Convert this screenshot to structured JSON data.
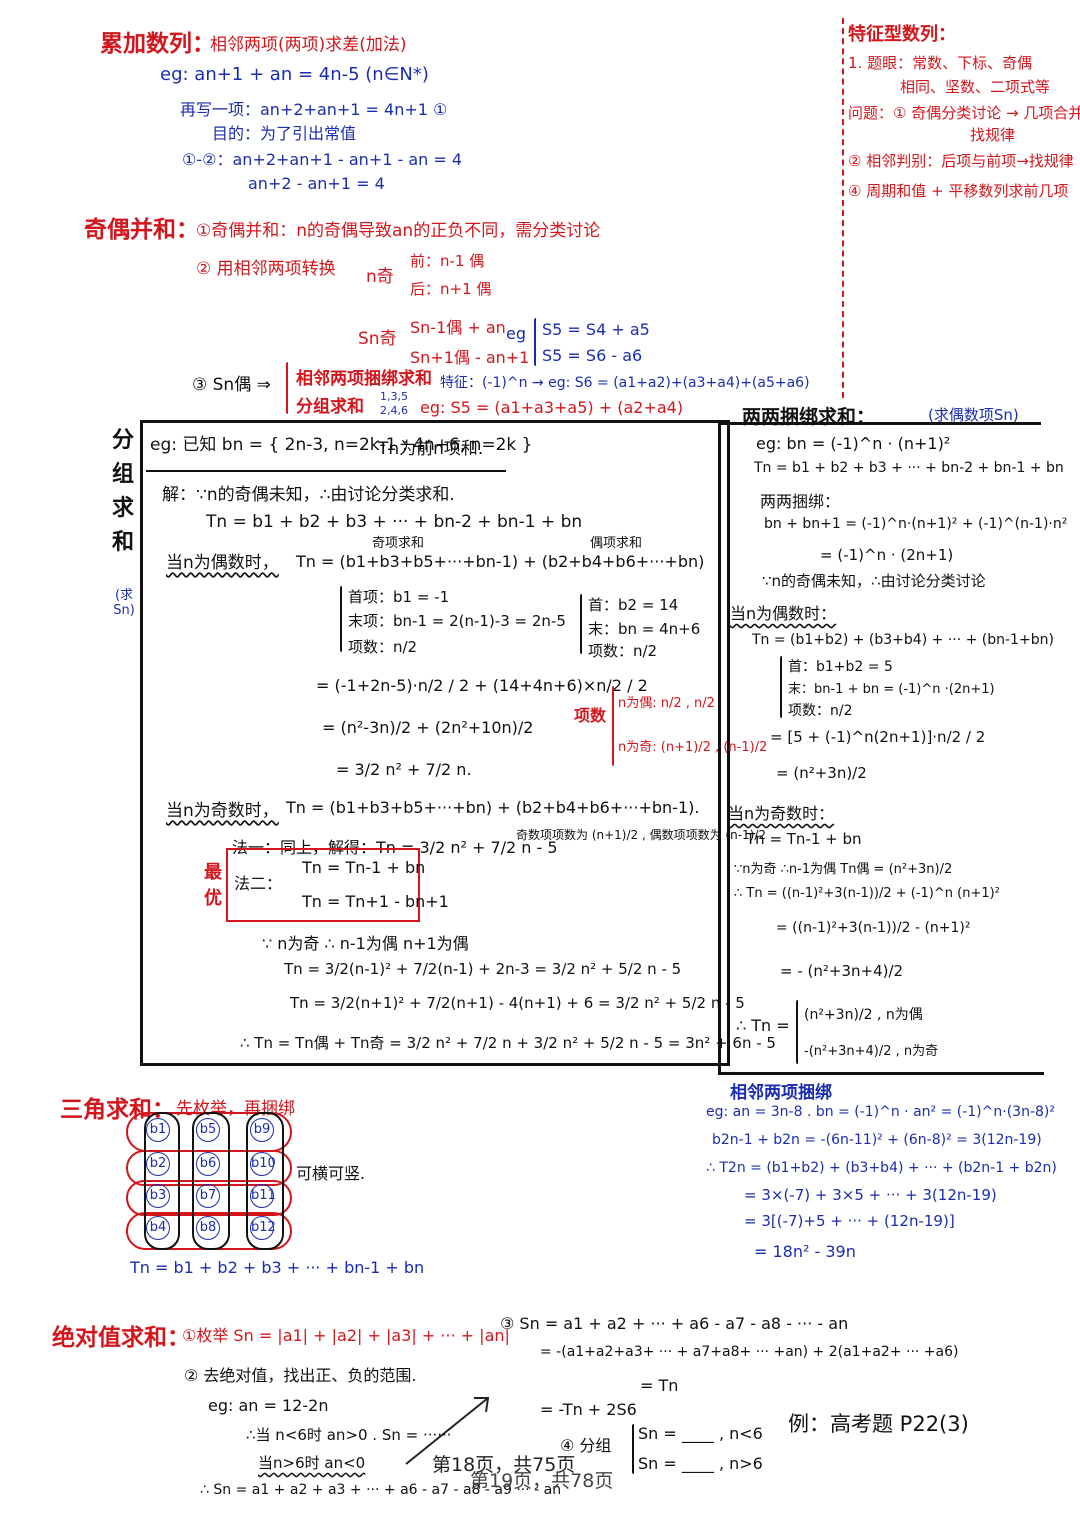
{
  "top_left": {
    "title": "累加数列：",
    "title_note": "相邻两项(两项)求差(加法)",
    "eg": "eg: an+1 + an = 4n-5 (n∈N*)",
    "step1": "再写一项：an+2+an+1 = 4n+1 ①",
    "step2": "目的：为了引出常值",
    "step3": "①-②：an+2+an+1 - an+1 - an = 4",
    "step4": "an+2 - an+1 = 4"
  },
  "top_right": {
    "title": "特征型数列：",
    "l1": "1. 题眼：常数、下标、奇偶",
    "l2": "相同、坚数、二项式等",
    "l3": "问题：① 奇偶分类讨论 → 几项合并",
    "l4": "找规律",
    "l5": "② 相邻判别：后项与前项→找规律",
    "l6": "④ 周期和值 + 平移数列求前几项"
  },
  "odd_even": {
    "title": "奇偶并和：",
    "l1": "①奇偶并和：n的奇偶导致an的正负不同，需分类讨论",
    "l2": "② 用相邻两项转换",
    "n_odd": "n奇",
    "front": "前：n-1 偶",
    "back": "后：n+1 偶",
    "sn_odd": "Sn奇",
    "sn_a": "Sn-1偶 + an",
    "sn_b": "Sn+1偶 - an+1",
    "eg": "eg",
    "s5a": "S5 = S4 + a5",
    "s5b": "S5 = S6 - a6",
    "l3": "③ Sn偶 ⇒",
    "pair_label": "相邻两项捆绑求和",
    "feature": "特征：(-1)^n  → eg: S6 = (a1+a2)+(a3+a4)+(a5+a6)",
    "group_label": "分组求和",
    "odds": "1,3,5",
    "evens": "2,4,6",
    "group_eg": "eg: S5 = (a1+a3+a5) + (a2+a4)"
  },
  "left_box": {
    "side_title": "分组求和",
    "side_note": "(求Sn)",
    "eg": "eg: 已知 bn = { 2n-3, n=2k-1 ; 4n+6, n=2k }",
    "tn": "Tn为前n项和.",
    "sol": "解：∵n的奇偶未知，∴由讨论分类求和.",
    "tn_sum": "Tn = b1 + b2 + b3 + ··· + bn-2 + bn-1 + bn",
    "even_case": "当n为偶数时，",
    "even_expr": "Tn = (b1+b3+b5+···+bn-1) + (b2+b4+b6+···+bn)",
    "odd_items": "奇项求和",
    "even_items": "偶项求和",
    "o1": "首项：b1 = -1",
    "o2": "末项：bn-1 = 2(n-1)-3 = 2n-5",
    "o3": "项数：n/2",
    "e1": "首：b2 = 14",
    "e2": "末：bn = 4n+6",
    "e3": "项数：n/2",
    "r1": "= (-1+2n-5)·n/2 / 2 + (14+4n+6)×n/2 / 2",
    "r2": "= (n²-3n)/2 + (2n²+10n)/2",
    "r3": "= 3/2 n² + 7/2 n.",
    "count_label": "项数",
    "count_even": "n为偶: n/2 , n/2",
    "count_odd": "n为奇: (n+1)/2 , (n-1)/2",
    "odd_case": "当n为奇数时，",
    "odd_expr": "Tn = (b1+b3+b5+···+bn) + (b2+b4+b6+···+bn-1).",
    "m1": "法一：同上，解得：Tn = 3/2 n² + 7/2 n - 5",
    "m1_note": "奇数项项数为 (n+1)/2 , 偶数项项数为 (n-1)/2",
    "best": "最优",
    "m2_label": "法二：",
    "m2_a": "Tn = Tn-1 + bn",
    "m2_b": "Tn = Tn+1 - bn+1",
    "k1": "∵ n为奇  ∴ n-1为偶  n+1为偶",
    "k2": "Tn = 3/2(n-1)² + 7/2(n-1) + 2n-3 = 3/2 n² + 5/2 n - 5",
    "k3": "Tn = 3/2(n+1)² + 7/2(n+1) - 4(n+1) + 6 = 3/2 n² + 5/2 n - 5",
    "k4": "∴ Tn = Tn偶 + Tn奇 = 3/2 n² + 7/2 n + 3/2 n² + 5/2 n - 5 = 3n² + 6n - 5"
  },
  "right_box": {
    "title": "两两捆绑求和：",
    "title_note": "(求偶数项Sn)",
    "eg": "eg: bn = (-1)^n · (n+1)²",
    "sum": "Tn = b1 + b2 + b3 + ··· + bn-2 + bn-1 + bn",
    "bind": "两两捆绑：",
    "p1": "bn + bn+1 = (-1)^n·(n+1)² + (-1)^(n-1)·n²",
    "p2": "= (-1)^n · (2n+1)",
    "p3": "∵n的奇偶未知，∴由讨论分类讨论",
    "even_case": "当n为偶数时：",
    "ex1": "Tn = (b1+b2) + (b3+b4) + ··· + (bn-1+bn)",
    "ex2": "首：b1+b2 = 5",
    "ex3": "末：bn-1 + bn = (-1)^n ·(2n+1)",
    "ex4": "项数：n/2",
    "ex5": "= [5 + (-1)^n(2n+1)]·n/2 / 2",
    "ex6": "= (n²+3n)/2",
    "odd_case": "当n为奇数时：",
    "od1": "Tn = Tn-1 + bn",
    "od2": "∵n为奇  ∴n-1为偶  Tn偶 = (n²+3n)/2",
    "od3": "∴ Tn = ((n-1)²+3(n-1))/2 + (-1)^n (n+1)²",
    "od4": "= ((n-1)²+3(n-1))/2 - (n+1)²",
    "od5": "= - (n²+3n+4)/2",
    "fin_label": "∴ Tn =",
    "fin_even": "(n²+3n)/2 , n为偶",
    "fin_odd": "-(n²+3n+4)/2 , n为奇"
  },
  "adjacent": {
    "title": "相邻两项捆绑",
    "eg": "eg: an = 3n-8 . bn = (-1)^n · an² = (-1)^n·(3n-8)²",
    "l1": "b2n-1 + b2n = -(6n-11)² + (6n-8)² = 3(12n-19)",
    "l2": "∴ T2n = (b1+b2) + (b3+b4) + ··· + (b2n-1 + b2n)",
    "l3": "= 3×(-7) + 3×5 + ··· + 3(12n-19)",
    "l4": "= 3[(-7)+5 + ··· + (12n-19)]",
    "l5": "= 18n² - 39n"
  },
  "triangle": {
    "title": "三角求和：",
    "note": "先枚举，再捆绑",
    "side": "可横可竖.",
    "grid": [
      [
        "b1",
        "b5",
        "b9"
      ],
      [
        "b2",
        "b6",
        "b10"
      ],
      [
        "b3",
        "b7",
        "b11"
      ],
      [
        "b4",
        "b8",
        "b12"
      ]
    ],
    "sum": "Tn = b1 + b2 + b3 + ··· + bn-1 + bn"
  },
  "absolute": {
    "title": "绝对值求和：",
    "l1": "①枚举 Sn = |a1| + |a2| + |a3| + ··· + |an|",
    "l2": "② 去绝对值，找出正、负的范围.",
    "l3": "eg: an = 12-2n",
    "l4": "∴当 n<6时 an>0 . Sn = ······",
    "l5": "当n>6时 an<0",
    "l6": "∴ Sn = a1 + a2 + a3 + ··· + a6 - a7 - a8 - a9 ··· - an",
    "r1": "③ Sn = a1 + a2 + ··· + a6 - a7 - a8 - ··· - an",
    "r2": "= -(a1+a2+a3+ ··· + a7+a8+ ··· +an) + 2(a1+a2+ ··· +a6)",
    "r3": "= Tn",
    "r4": "= -Tn + 2S6",
    "r5": "④ 分组",
    "r6": "Sn = ____ , n<6",
    "r7": "Sn = ____ , n>6",
    "r8": "例：高考题 P22(3)"
  },
  "footer": {
    "page_a": "第18页，共75页",
    "page_b": "第19页，共78页"
  }
}
